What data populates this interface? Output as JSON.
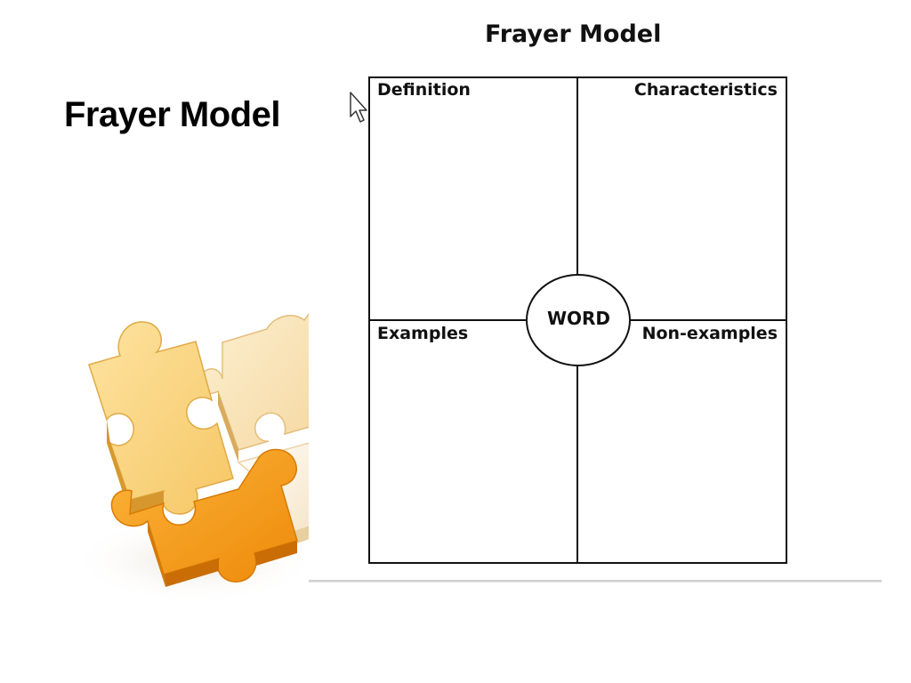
{
  "slide": {
    "title": "Frayer Model"
  },
  "diagram": {
    "title": "Frayer Model",
    "quadrants": {
      "top_left": "Definition",
      "top_right": "Characteristics",
      "bottom_left": "Examples",
      "bottom_right": "Non-examples"
    },
    "center": "WORD"
  },
  "colors": {
    "puzzle_light": "#fbd98a",
    "puzzle_cream": "#fbe6bc",
    "puzzle_orange": "#f7a01a",
    "puzzle_white": "#fdf2dc",
    "rule": "#cccccc"
  },
  "icons": {
    "cursor": "mouse-pointer-icon",
    "puzzle": "puzzle-pieces-image"
  }
}
